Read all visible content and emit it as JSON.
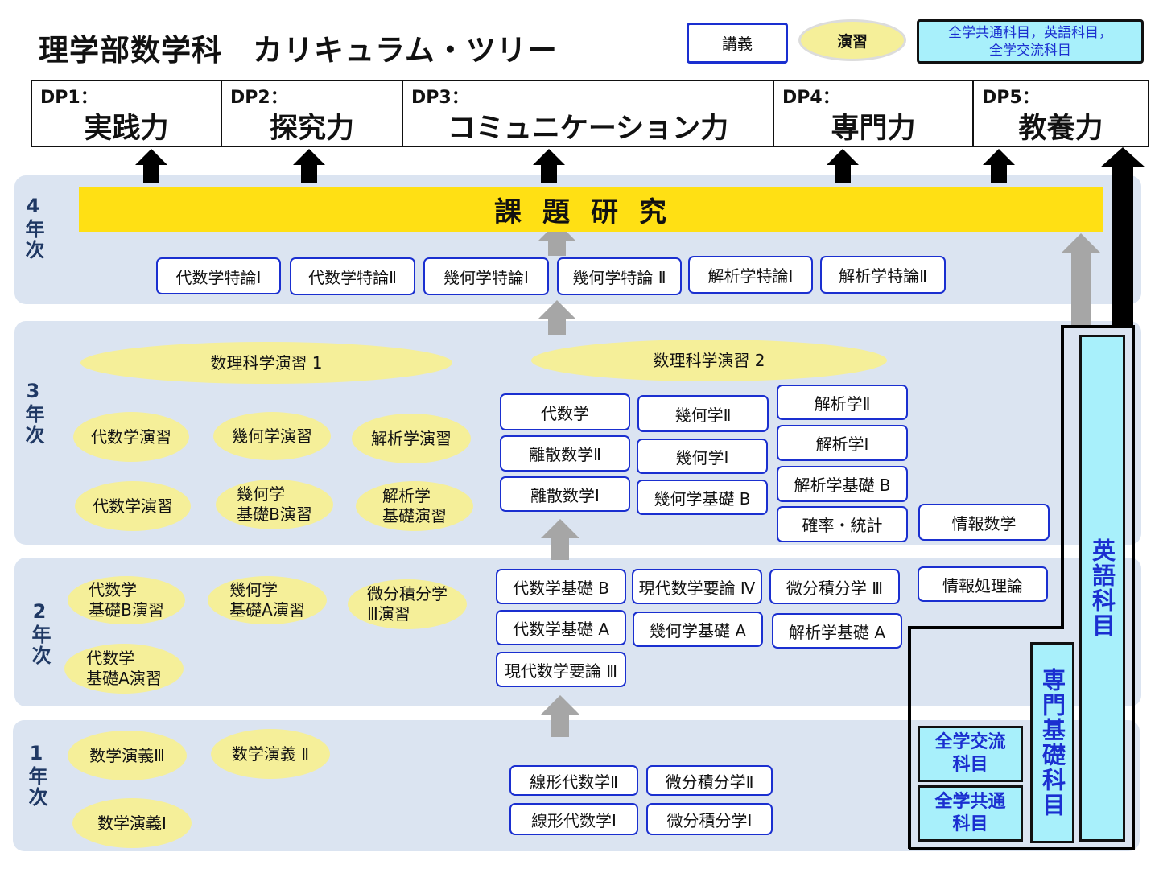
{
  "title": "理学部数学科　カリキュラム・ツリー",
  "legend": {
    "lecture": "講義",
    "seminar": "演習",
    "common_line1": "全学共通科目，英語科目，",
    "common_line2": "全学交流科目"
  },
  "dp": [
    {
      "code": "DP1：",
      "name": "実践力"
    },
    {
      "code": "DP2：",
      "name": "探究力"
    },
    {
      "code": "DP3：",
      "name": "コミュニケーション力"
    },
    {
      "code": "DP4：",
      "name": "専門力"
    },
    {
      "code": "DP5：",
      "name": "教養力"
    }
  ],
  "years": {
    "y4": "4年次",
    "y3": "3年次",
    "y2": "2年次",
    "y1": "1年次"
  },
  "kadai": "課題研究",
  "year4": {
    "lectures": [
      "代数学特論Ⅰ",
      "代数学特論Ⅱ",
      "幾何学特論Ⅰ",
      "幾何学特論 Ⅱ",
      "解析学特論Ⅰ",
      "解析学特論Ⅱ"
    ]
  },
  "year3": {
    "seminar_big": [
      "数理科学演習 1",
      "数理科学演習 2"
    ],
    "seminars": [
      [
        "代数学演習"
      ],
      [
        "幾何学演習"
      ],
      [
        "解析学演習"
      ],
      [
        "代数学演習"
      ],
      [
        "幾何学",
        "基礎B演習"
      ],
      [
        "解析学",
        "基礎演習"
      ]
    ],
    "lectures": [
      "代数学",
      "幾何学Ⅱ",
      "解析学Ⅱ",
      "離散数学Ⅱ",
      "幾何学Ⅰ",
      "解析学Ⅰ",
      "離散数学Ⅰ",
      "幾何学基礎 B",
      "解析学基礎 B",
      "確率・統計",
      "情報数学"
    ]
  },
  "year2": {
    "seminars": [
      [
        "代数学",
        "基礎B演習"
      ],
      [
        "幾何学",
        "基礎A演習"
      ],
      [
        "微分積分学",
        "Ⅲ演習"
      ],
      [
        "代数学",
        "基礎A演習"
      ]
    ],
    "lectures": [
      "代数学基礎 B",
      "現代数学要論 Ⅳ",
      "微分積分学 Ⅲ",
      "情報処理論",
      "代数学基礎 A",
      "幾何学基礎 A",
      "解析学基礎 A",
      "現代数学要論 Ⅲ"
    ]
  },
  "year1": {
    "seminars": [
      "数学演義Ⅲ",
      "数学演義 Ⅱ",
      "数学演義Ⅰ"
    ],
    "lectures": [
      "線形代数学Ⅱ",
      "微分積分学Ⅱ",
      "線形代数学Ⅰ",
      "微分積分学Ⅰ"
    ]
  },
  "right_column": {
    "english": "英語科目",
    "senmon_kiso": "専門基礎科目",
    "zengaku_koryu": [
      "全学交流",
      "科目"
    ],
    "zengaku_kyotsu": [
      "全学共通",
      "科目"
    ]
  },
  "colors": {
    "lecture_border": "#1a2fd0",
    "seminar_fill": "#f5ef99",
    "band": "#dbe4f1",
    "kadai": "#ffe014",
    "cyan": "#a8f0fb",
    "arrow_black": "#000000",
    "arrow_gray": "#a6a6a6"
  }
}
